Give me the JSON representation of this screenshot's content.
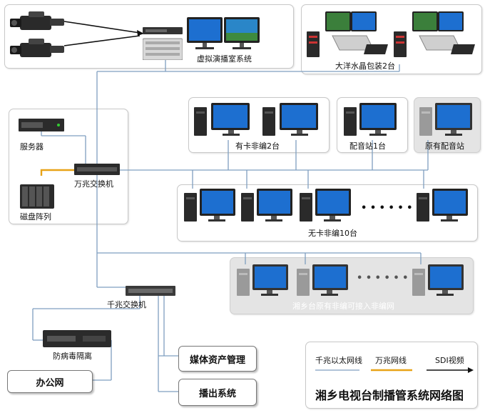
{
  "labels": {
    "virtual_studio": "虚拟演播室系统",
    "ocean_crystal": "大洋水晶包装2台",
    "server": "服务器",
    "disk_array": "磁盘阵列",
    "switch_10g": "万兆交换机",
    "card_editing": "有卡非编2台",
    "dubbing_station": "配音站1台",
    "existing_dubbing": "原有配音站",
    "cardless_editing": "无卡非编10台",
    "ellipsis": "• • • • • •",
    "existing_editing": "湘乡台原有非编可接入非编网",
    "switch_1g": "千兆交换机",
    "antivirus": "防病毒隔离",
    "office_net": "办公网",
    "media_asset": "媒体资产管理",
    "playout": "播出系统"
  },
  "legend": {
    "gigabit_ethernet": "千兆以太网线",
    "ten_gigabit": "万兆网线",
    "sdi_video": "SDI视频"
  },
  "title": "湘乡电视台制播管系统网络图",
  "colors": {
    "gigabit_line": "#7f9fc0",
    "ten_gigabit_line": "#e8a317",
    "sdi_line": "#111111",
    "monitor_screen": "#1d6fd0",
    "grey_panel": "#e4e4e4"
  }
}
